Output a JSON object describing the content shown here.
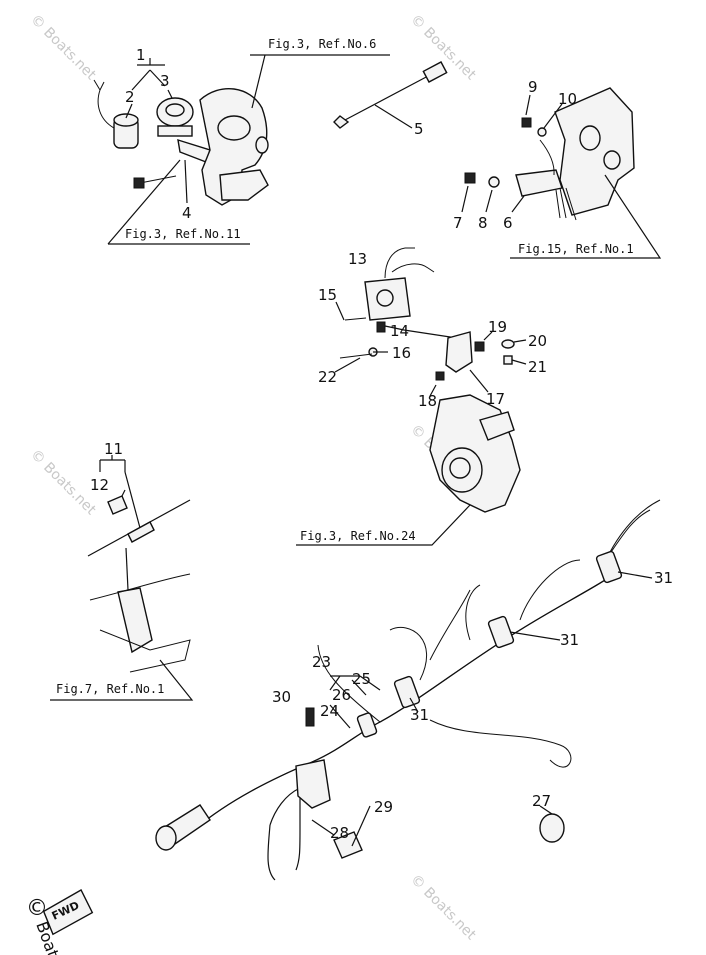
{
  "watermark": "© Boats.net",
  "copyright_glyph": "©",
  "corner_text": "Boats",
  "fwd_badge": "FWD",
  "fig_refs": {
    "fig3_ref6": "Fig.3, Ref.No.6",
    "fig3_ref11": "Fig.3, Ref.No.11",
    "fig15_ref1": "Fig.15, Ref.No.1",
    "fig3_ref24": "Fig.3, Ref.No.24",
    "fig7_ref1": "Fig.7, Ref.No.1"
  },
  "callouts": {
    "n1": "1",
    "n2": "2",
    "n3": "3",
    "n4": "4",
    "n5": "5",
    "n6": "6",
    "n7": "7",
    "n8": "8",
    "n9": "9",
    "n10": "10",
    "n11": "11",
    "n12": "12",
    "n13": "13",
    "n14": "14",
    "n15": "15",
    "n16": "16",
    "n17": "17",
    "n18": "18",
    "n19": "19",
    "n20": "20",
    "n21": "21",
    "n22": "22",
    "n23": "23",
    "n24": "24",
    "n25": "25",
    "n26": "26",
    "n27": "27",
    "n28": "28",
    "n29": "29",
    "n30": "30",
    "n31a": "31",
    "n31b": "31",
    "n31c": "31"
  }
}
